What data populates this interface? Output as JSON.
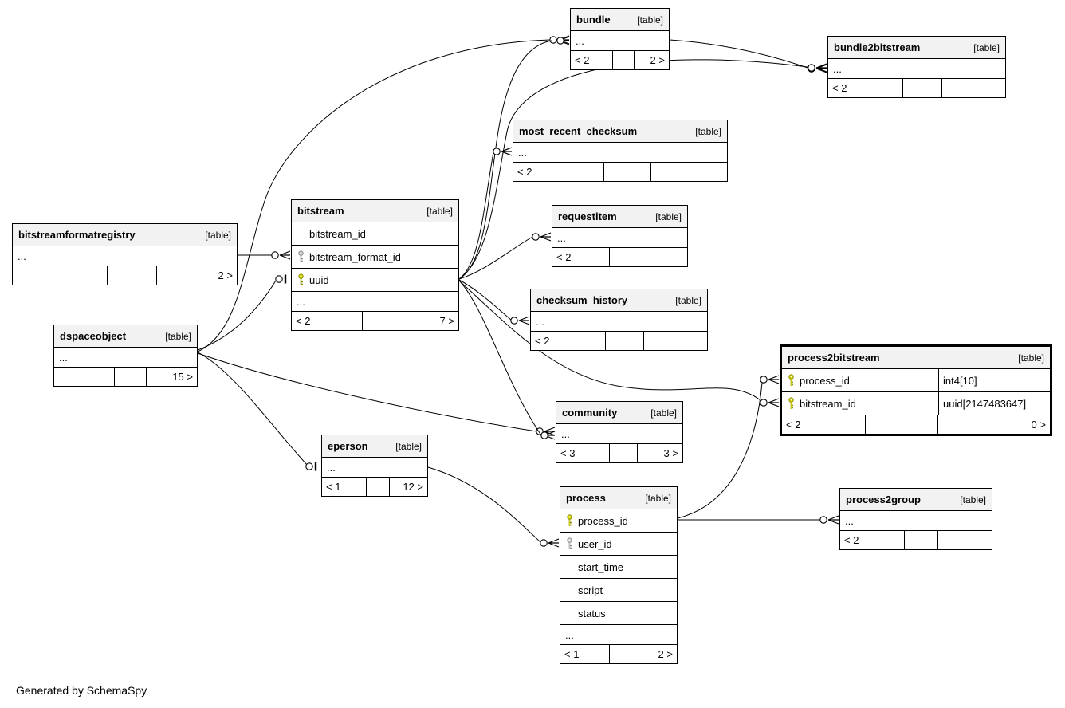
{
  "diagram": {
    "footer_note": "Generated by SchemaSpy"
  },
  "colors": {
    "primary_key": "#dcdc0a",
    "primary_key_stroke": "#8b8b00",
    "foreign_key": "#cccccc",
    "foreign_key_stroke": "#8f8f8f",
    "header_bg": "#f2f2f2",
    "border": "#000000"
  },
  "tables": [
    {
      "id": "bundle",
      "name": "bundle",
      "tag": "[table]",
      "columns": [],
      "ellipsis": "...",
      "footer": {
        "left": "< 2",
        "mid": "",
        "right": "2 >"
      }
    },
    {
      "id": "bundle2bitstream",
      "name": "bundle2bitstream",
      "tag": "[table]",
      "columns": [],
      "ellipsis": "...",
      "footer": {
        "left": "< 2",
        "mid": "",
        "right": ""
      }
    },
    {
      "id": "most_recent_checksum",
      "name": "most_recent_checksum",
      "tag": "[table]",
      "columns": [],
      "ellipsis": "...",
      "footer": {
        "left": "< 2",
        "mid": "",
        "right": ""
      }
    },
    {
      "id": "requestitem",
      "name": "requestitem",
      "tag": "[table]",
      "columns": [],
      "ellipsis": "...",
      "footer": {
        "left": "< 2",
        "mid": "",
        "right": ""
      }
    },
    {
      "id": "bitstream",
      "name": "bitstream",
      "tag": "[table]",
      "columns": [
        {
          "name": "bitstream_id",
          "key": ""
        },
        {
          "name": "bitstream_format_id",
          "key": "fk"
        },
        {
          "name": "uuid",
          "key": "pk"
        }
      ],
      "ellipsis": "...",
      "footer": {
        "left": "< 2",
        "mid": "",
        "right": "7 >"
      }
    },
    {
      "id": "bitstreamformatregistry",
      "name": "bitstreamformatregistry",
      "tag": "[table]",
      "columns": [],
      "ellipsis": "...",
      "footer": {
        "left": "",
        "mid": "",
        "right": "2 >"
      }
    },
    {
      "id": "checksum_history",
      "name": "checksum_history",
      "tag": "[table]",
      "columns": [],
      "ellipsis": "...",
      "footer": {
        "left": "< 2",
        "mid": "",
        "right": ""
      }
    },
    {
      "id": "dspaceobject",
      "name": "dspaceobject",
      "tag": "[table]",
      "columns": [],
      "ellipsis": "...",
      "footer": {
        "left": "",
        "mid": "",
        "right": "15 >"
      }
    },
    {
      "id": "process2bitstream",
      "name": "process2bitstream",
      "tag": "[table]",
      "highlighted": true,
      "columns": [
        {
          "name": "process_id",
          "key": "pk",
          "type": "int4[10]"
        },
        {
          "name": "bitstream_id",
          "key": "pk",
          "type": "uuid[2147483647]"
        }
      ],
      "ellipsis": null,
      "footer": {
        "left": "< 2",
        "mid": "",
        "right": "0 >"
      }
    },
    {
      "id": "community",
      "name": "community",
      "tag": "[table]",
      "columns": [],
      "ellipsis": "...",
      "footer": {
        "left": "< 3",
        "mid": "",
        "right": "3 >"
      }
    },
    {
      "id": "eperson",
      "name": "eperson",
      "tag": "[table]",
      "columns": [],
      "ellipsis": "...",
      "footer": {
        "left": "< 1",
        "mid": "",
        "right": "12 >"
      }
    },
    {
      "id": "process",
      "name": "process",
      "tag": "[table]",
      "columns": [
        {
          "name": "process_id",
          "key": "pk"
        },
        {
          "name": "user_id",
          "key": "fk"
        },
        {
          "name": "start_time",
          "key": ""
        },
        {
          "name": "script",
          "key": ""
        },
        {
          "name": "status",
          "key": ""
        }
      ],
      "ellipsis": "...",
      "footer": {
        "left": "< 1",
        "mid": "",
        "right": "2 >"
      }
    },
    {
      "id": "process2group",
      "name": "process2group",
      "tag": "[table]",
      "columns": [],
      "ellipsis": "...",
      "footer": {
        "left": "< 2",
        "mid": "",
        "right": ""
      }
    }
  ],
  "relationships": [
    {
      "from": "dspaceobject",
      "to": "bundle"
    },
    {
      "from": "bitstream.uuid",
      "to": "bundle"
    },
    {
      "from": "bundle",
      "to": "bundle2bitstream"
    },
    {
      "from": "bitstream.uuid",
      "to": "bundle2bitstream"
    },
    {
      "from": "bitstream.uuid",
      "to": "most_recent_checksum"
    },
    {
      "from": "bitstream.uuid",
      "to": "requestitem"
    },
    {
      "from": "bitstreamformatregistry",
      "to": "bitstream.bitstream_format_id"
    },
    {
      "from": "dspaceobject",
      "to": "bitstream.uuid"
    },
    {
      "from": "bitstream.uuid",
      "to": "checksum_history"
    },
    {
      "from": "dspaceobject",
      "to": "community"
    },
    {
      "from": "bitstream.uuid",
      "to": "community"
    },
    {
      "from": "bitstream.uuid",
      "to": "process2bitstream.bitstream_id"
    },
    {
      "from": "process.process_id",
      "to": "process2bitstream.process_id"
    },
    {
      "from": "process.process_id",
      "to": "process2group"
    },
    {
      "from": "dspaceobject",
      "to": "eperson"
    },
    {
      "from": "eperson",
      "to": "process.user_id"
    }
  ]
}
